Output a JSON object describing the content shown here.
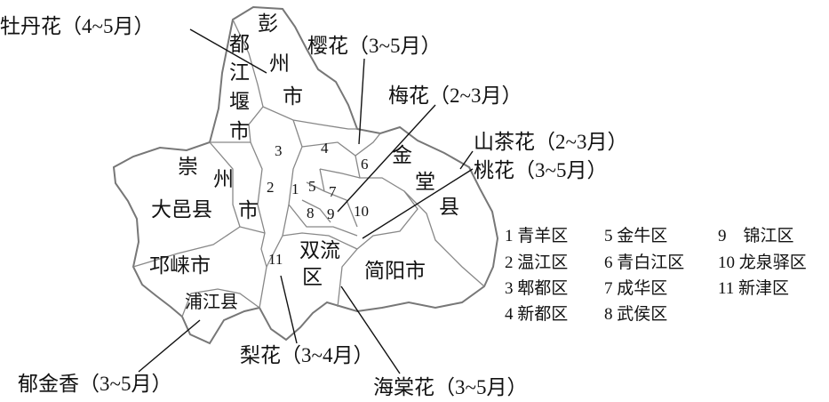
{
  "annotations": {
    "peony": "牡丹花（4~5月）",
    "cherry": "樱花（3~5月）",
    "plum": "梅花（2~3月）",
    "camellia": "山茶花（2~3月）",
    "peach": "桃花（3~5月）",
    "pear": "梨花（3~4月）",
    "tulip": "郁金香（3~5月）",
    "begonia": "海棠花（3~5月）"
  },
  "places": {
    "pengzhou": [
      "彭",
      "州",
      "市"
    ],
    "dujiangyan": [
      "都",
      "江",
      "堰",
      "市"
    ],
    "chongzhou": [
      "崇",
      "州",
      "市"
    ],
    "jintang": [
      "金",
      "堂",
      "县"
    ],
    "dayi": "大邑县",
    "qionglai": "邛崃市",
    "pujiang": "浦江县",
    "shuangliu": [
      "双流",
      "区"
    ],
    "jianyang": "简阳市"
  },
  "district_numbers": [
    "1",
    "2",
    "3",
    "4",
    "5",
    "6",
    "7",
    "8",
    "9",
    "10",
    "11"
  ],
  "legend": [
    "1 青羊区",
    "2 温江区",
    "3 郫都区",
    "4 新都区",
    "5 金牛区",
    "6 青白江区",
    "7 成华区",
    "8 武侯区",
    "9　锦江区",
    "10 龙泉驿区",
    "11 新津区"
  ],
  "colors": {
    "boundary": "#777777",
    "text": "#111111",
    "leader": "#111111"
  }
}
